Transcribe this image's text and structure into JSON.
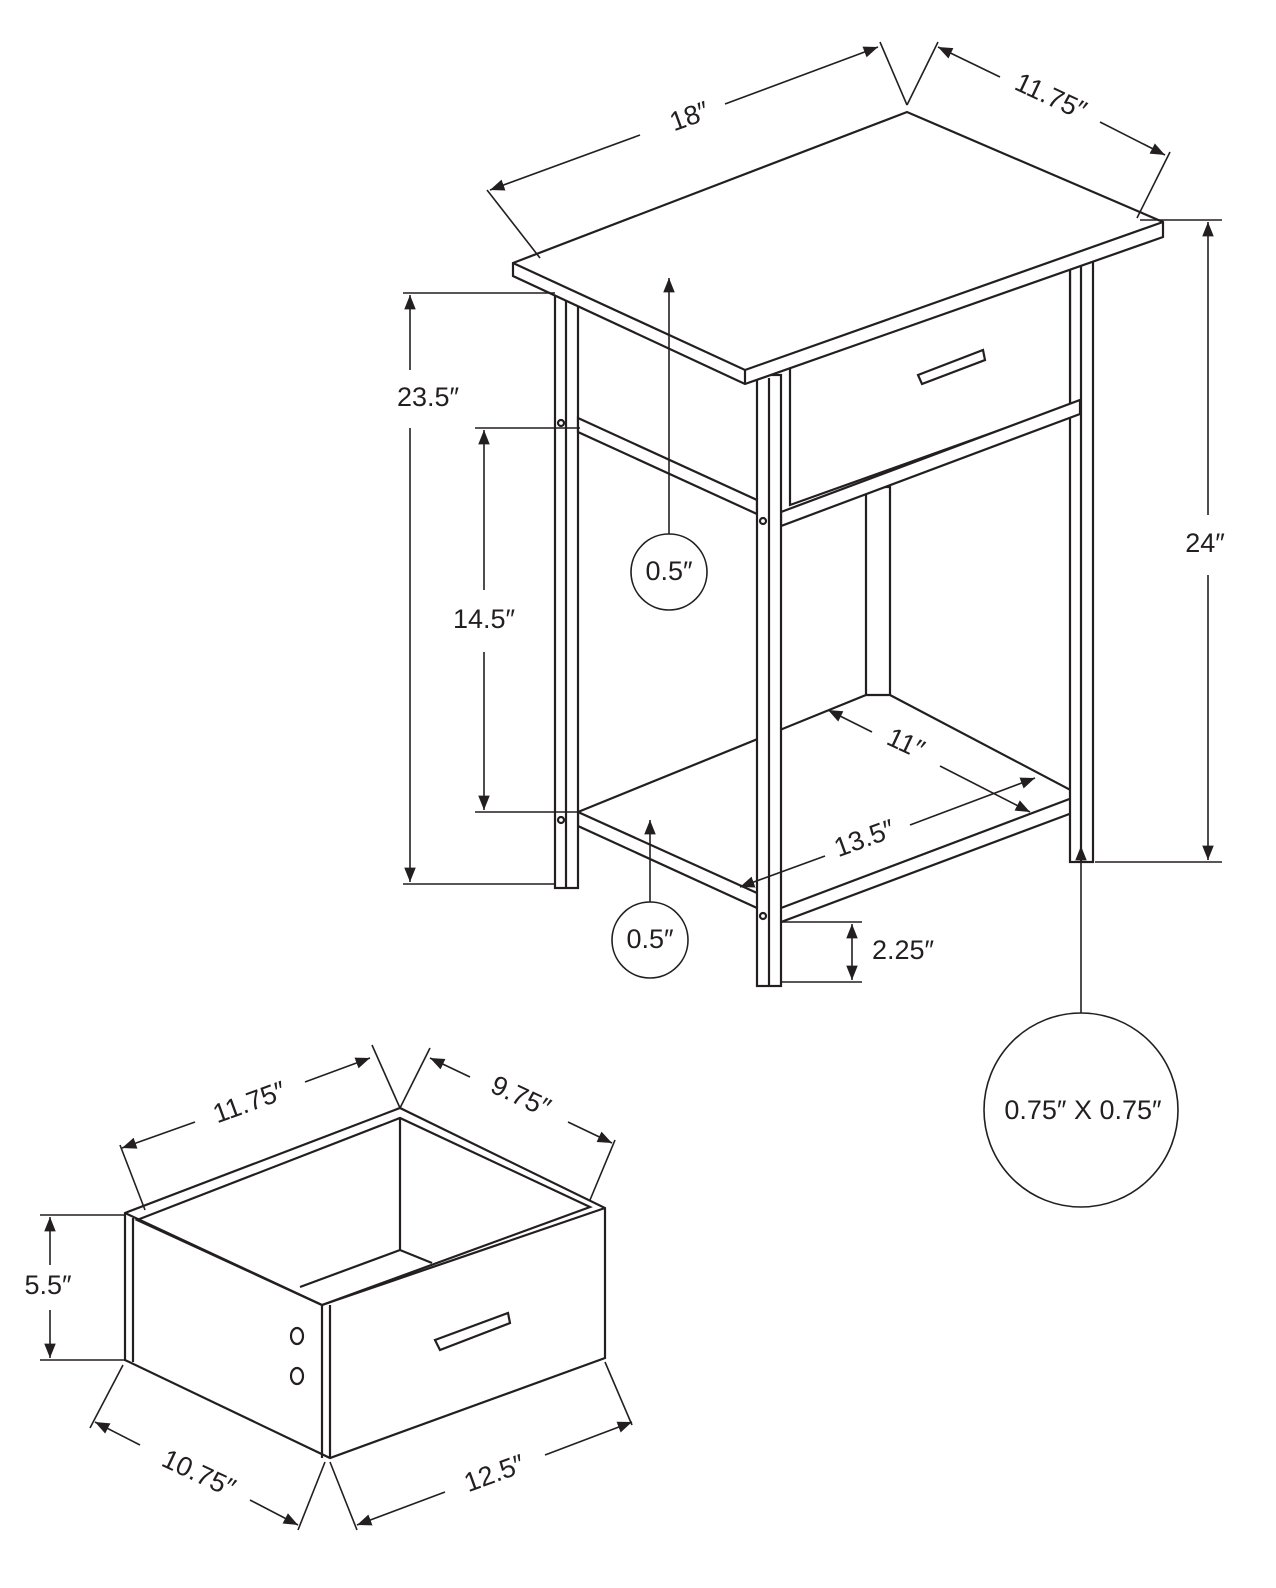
{
  "table": {
    "width": "18″",
    "depth": "11.75″",
    "total_height": "24″",
    "leg_height": "23.5″",
    "shelf_clearance": "14.5″",
    "top_thickness": "0.5″",
    "shelf_thickness": "0.5″",
    "shelf_depth": "11″",
    "shelf_width": "13.5″",
    "floor_clearance": "2.25″",
    "leg_section": "0.75″ X 0.75″"
  },
  "drawer": {
    "outer_width": "11.75″",
    "outer_depth": "9.75″",
    "height": "5.5″",
    "inner_depth": "10.75″",
    "front_width": "12.5″"
  },
  "colors": {
    "line": "#231f20",
    "background": "#ffffff"
  }
}
